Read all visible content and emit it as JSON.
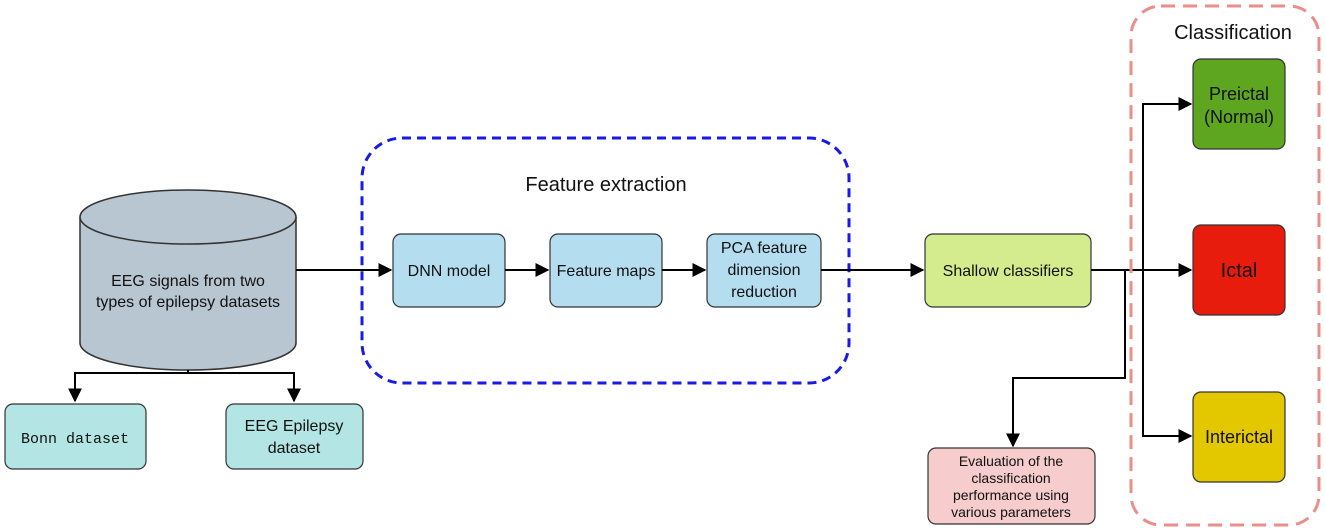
{
  "database": {
    "label_line1": "EEG signals from two",
    "label_line2": "types of epilepsy datasets",
    "color": "#b8c6d2"
  },
  "datasets": {
    "bonn": "Bonn dataset",
    "eeg_line1": "EEG Epilepsy",
    "eeg_line2": "dataset",
    "color": "#b2e5e3"
  },
  "feature_extraction": {
    "title": "Feature extraction",
    "border_color": "#1a1ae6",
    "dnn": "DNN model",
    "feature_maps": "Feature maps",
    "pca_line1": "PCA feature",
    "pca_line2": "dimension",
    "pca_line3": "reduction",
    "box_color": "#b5ddf0"
  },
  "shallow": {
    "label": "Shallow classifiers",
    "color": "#d4ec8e"
  },
  "evaluation": {
    "line1": "Evaluation of the",
    "line2": "classification",
    "line3": "performance using",
    "line4": "various parameters",
    "color": "#f6cccc"
  },
  "classification": {
    "title": "Classification",
    "border_color": "#ea8e8a",
    "preictal_line1": "Preictal",
    "preictal_line2": "(Normal)",
    "preictal_color": "#5ea61f",
    "ictal": "Ictal",
    "ictal_color": "#e81c0c",
    "interictal": "Interictal",
    "interictal_color": "#e3c800"
  }
}
